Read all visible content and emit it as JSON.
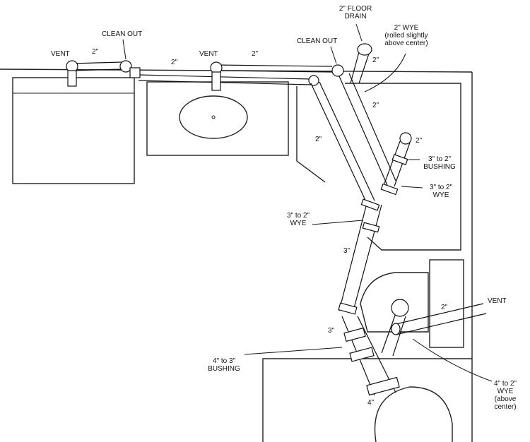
{
  "labels": {
    "vent_left": "VENT",
    "clean_out_left": "CLEAN OUT",
    "vent_center": "VENT",
    "clean_out_right": "CLEAN OUT",
    "floor_drain_line1": "2\" FLOOR",
    "floor_drain_line2": "DRAIN",
    "wye_rolled_line1": "2\" WYE",
    "wye_rolled_line2": "(rolled slightly",
    "wye_rolled_line3": "above center)",
    "size_top_left": "2\"",
    "size_mid_left": "2\"",
    "size_top_center": "2\"",
    "size_drain_right": "2\"",
    "size_wye_right": "2\"",
    "size_diag_left": "2\"",
    "size_branch_top": "2\"",
    "bushing_3_2_line1": "3\" to 2\"",
    "bushing_3_2_line2": "BUSHING",
    "wye_3_2_right_line1": "3\" to 2\"",
    "wye_3_2_right_line2": "WYE",
    "wye_3_2_left_line1": "3\" to 2\"",
    "wye_3_2_left_line2": "WYE",
    "size_3_upper": "3\"",
    "size_3_lower": "3\"",
    "vent_right": "VENT",
    "size_vent_right": "2\"",
    "bushing_4_3_line1": "4\" to 3\"",
    "bushing_4_3_line2": "BUSHING",
    "size_4": "4\"",
    "wye_4_2_line1": "4\" to 2\"",
    "wye_4_2_line2": "WYE",
    "wye_4_2_line3": "(above",
    "wye_4_2_line4": "center)"
  },
  "colors": {
    "ink": "#111111",
    "paper": "#ffffff"
  }
}
